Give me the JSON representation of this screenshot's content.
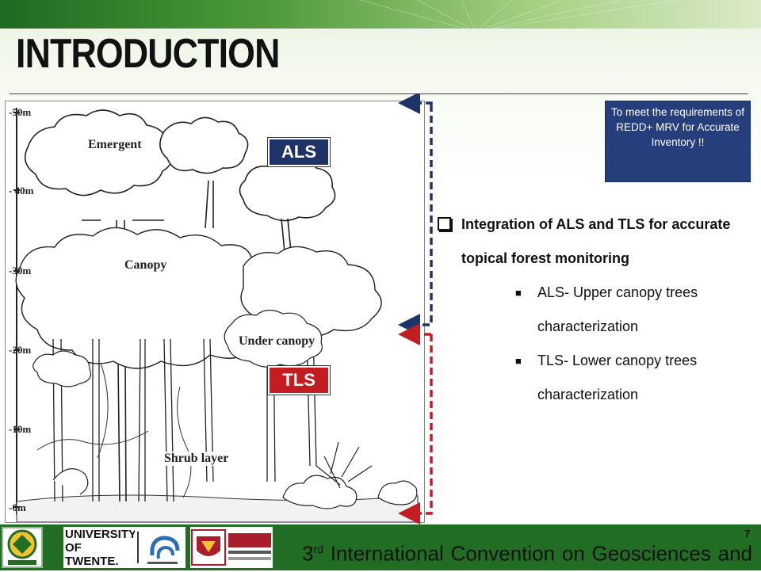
{
  "slide": {
    "title": "INTRODUCTION",
    "page_number": "7"
  },
  "figure": {
    "height_labels": [
      "-50m",
      "- 40m",
      "-30m",
      "-20m",
      "-10m",
      "-0m"
    ],
    "layer_labels": {
      "emergent": "Emergent",
      "canopy": "Canopy",
      "under_canopy": "Under canopy",
      "shrub": "Shrub layer"
    }
  },
  "tags": {
    "als": "ALS",
    "tls": "TLS"
  },
  "note": {
    "text": "To meet the requirements of REDD+ MRV for Accurate Inventory !!"
  },
  "content": {
    "main_bullet": "Integration of ALS and TLS for accurate topical forest monitoring",
    "sub_bullets": [
      "ALS- Upper canopy trees characterization",
      "TLS- Lower canopy trees characterization"
    ]
  },
  "footer": {
    "convention_prefix": "3",
    "convention_sup": "rd",
    "convention_text": " International Convention on Geosciences and Remote Sensing",
    "logos": {
      "twente_line1": "UNIVERSITY",
      "twente_line2": "OF TWENTE."
    }
  },
  "colors": {
    "als_tag": "#1e3468",
    "tls_tag": "#c21d20",
    "note_bg": "#263f7c",
    "banner_green": "#226d24"
  }
}
